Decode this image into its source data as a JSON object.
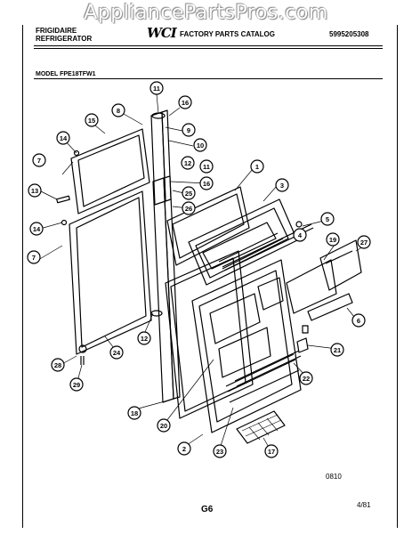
{
  "watermark": "AppliancePartsPros.com",
  "header": {
    "brand_line1": "FRIGIDAIRE",
    "brand_line2": "REFRIGERATOR",
    "logo_text": "WCI",
    "catalog_title": "FACTORY PARTS CATALOG",
    "catalog_number": "5995205308"
  },
  "model_label": "MODEL FPE18TFW1",
  "callouts": [
    "1",
    "2",
    "3",
    "4",
    "5",
    "6",
    "7",
    "7",
    "8",
    "9",
    "10",
    "11",
    "11",
    "12",
    "12",
    "13",
    "14",
    "14",
    "15",
    "16",
    "16",
    "17",
    "18",
    "19",
    "20",
    "21",
    "22",
    "23",
    "24",
    "25",
    "26",
    "27",
    "28",
    "29"
  ],
  "footer": {
    "drawing_code": "0810",
    "page_code": "G6",
    "date": "4/81"
  },
  "colors": {
    "ink": "#000000",
    "paper": "#ffffff",
    "watermark": "#ffffff"
  }
}
